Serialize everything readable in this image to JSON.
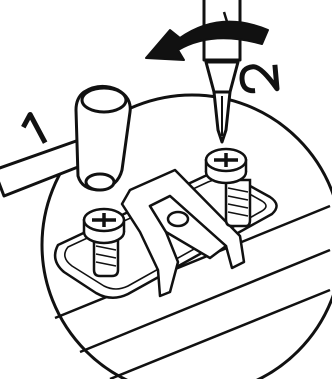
{
  "diagram": {
    "steps": [
      {
        "label": "1",
        "tool": "hammer"
      },
      {
        "label": "2",
        "tool": "phillips-screwdriver"
      }
    ],
    "colors": {
      "line": "#111111",
      "fill": "#ffffff",
      "arrow": "#111111"
    }
  }
}
